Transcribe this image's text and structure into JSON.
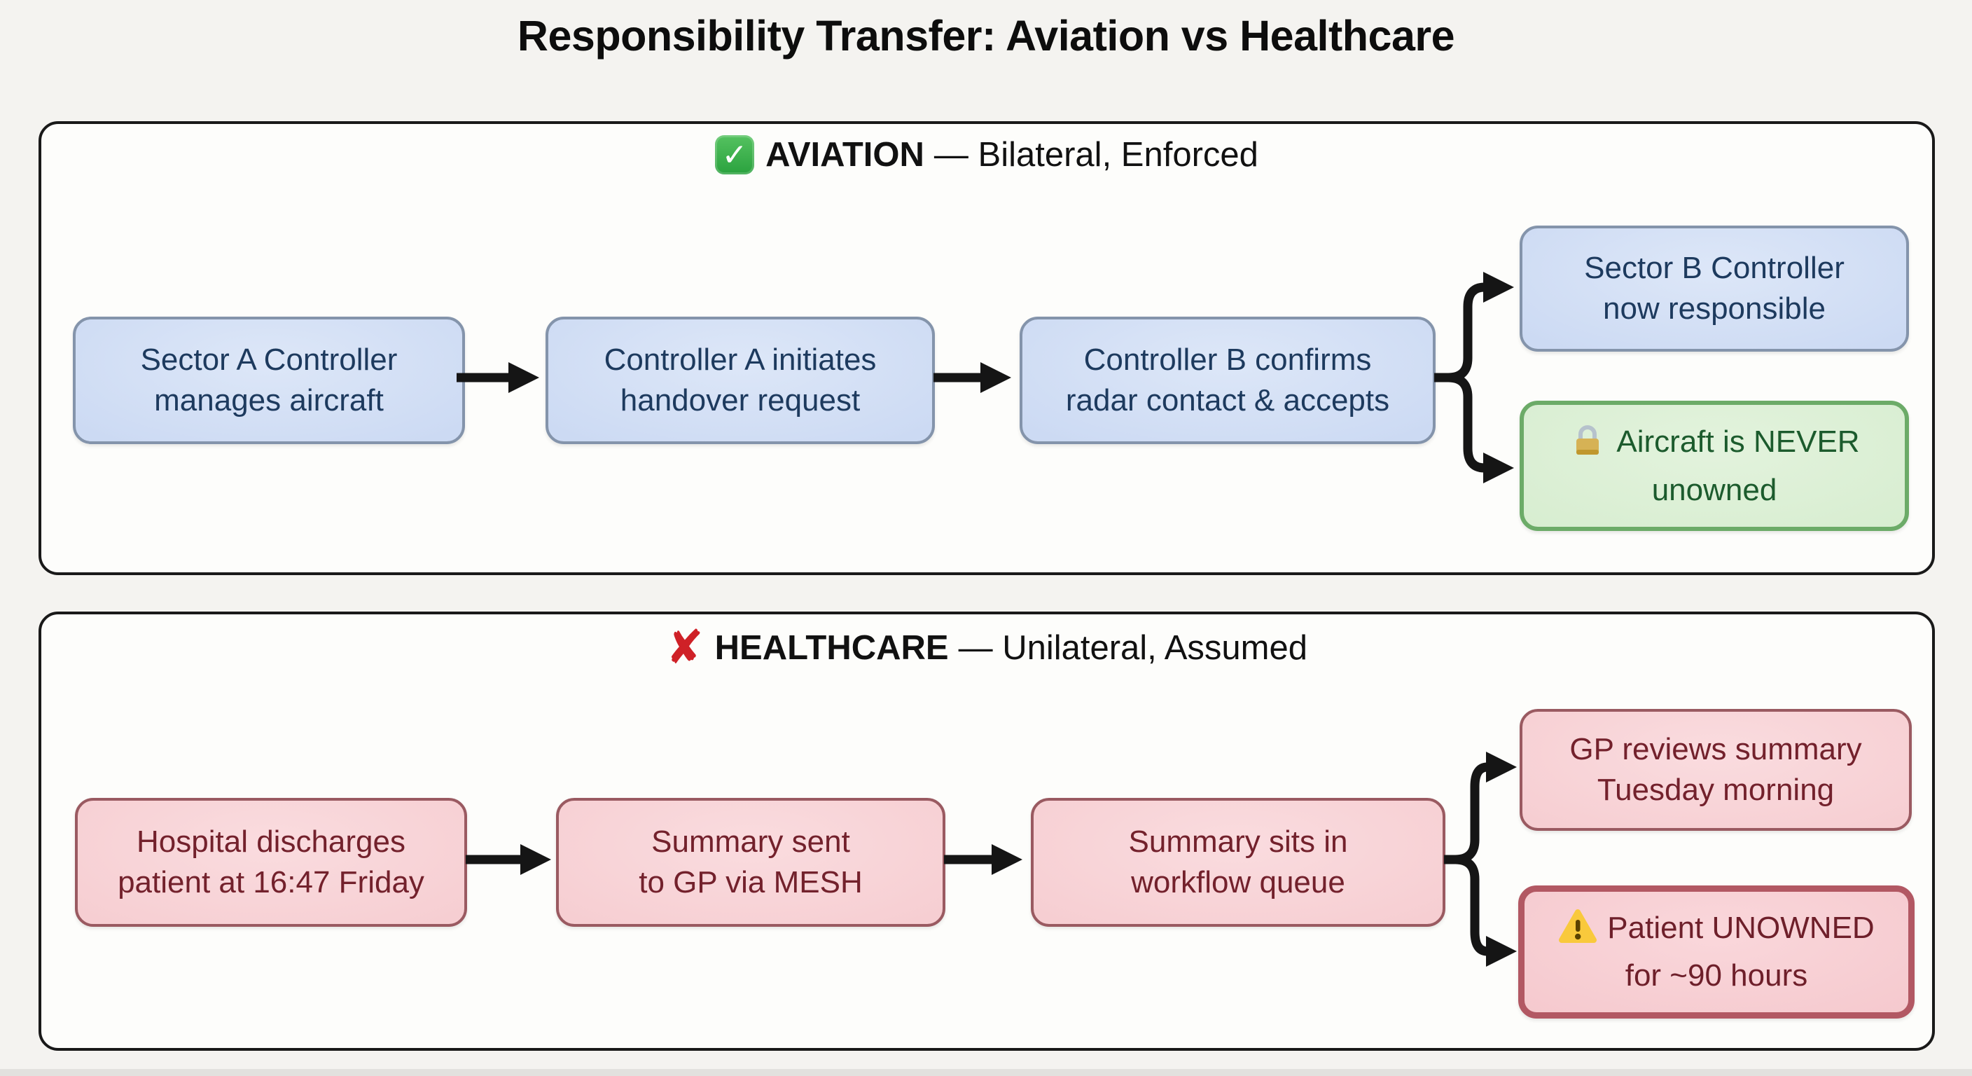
{
  "title": "Responsibility Transfer: Aviation vs Healthcare",
  "colors": {
    "page_background": "#f4f3f0",
    "panel_border": "#191919",
    "blue_node_fill": "#ccdaf3",
    "blue_node_border": "#8494ab",
    "blue_node_text": "#1d3a5e",
    "green_node_fill": "#d7edd0",
    "green_node_border": "#6cab68",
    "green_node_text": "#1c5b2d",
    "pink_node_fill": "#f6cdd1",
    "pink_node_border": "#9a5a61",
    "pink_node_text": "#73212c",
    "alert_node_border": "#b25863",
    "arrow_color": "#151515",
    "check_badge_green": "#2aa23e",
    "cross_red": "#cf2127"
  },
  "icons": {
    "check_glyph": "✓",
    "cross_glyph": "✘"
  },
  "aviation": {
    "heading_strong": "AVIATION",
    "heading_rest": "— Bilateral, Enforced",
    "steps": [
      {
        "label": "Sector A Controller\nmanages aircraft"
      },
      {
        "label": "Controller A initiates\nhandover request"
      },
      {
        "label": "Controller B confirms\nradar contact & accepts"
      }
    ],
    "outcomes": [
      {
        "label": "Sector B Controller\nnow responsible"
      },
      {
        "label": "Aircraft is NEVER\nunowned",
        "icon": "lock"
      }
    ]
  },
  "healthcare": {
    "heading_strong": "HEALTHCARE",
    "heading_rest": "— Unilateral, Assumed",
    "steps": [
      {
        "label": "Hospital discharges\npatient at 16:47 Friday"
      },
      {
        "label": "Summary sent\nto GP via MESH"
      },
      {
        "label": "Summary sits in\nworkflow queue"
      }
    ],
    "outcomes": [
      {
        "label": "GP reviews summary\nTuesday morning"
      },
      {
        "label": "Patient UNOWNED\nfor ~90 hours",
        "icon": "warning"
      }
    ]
  }
}
